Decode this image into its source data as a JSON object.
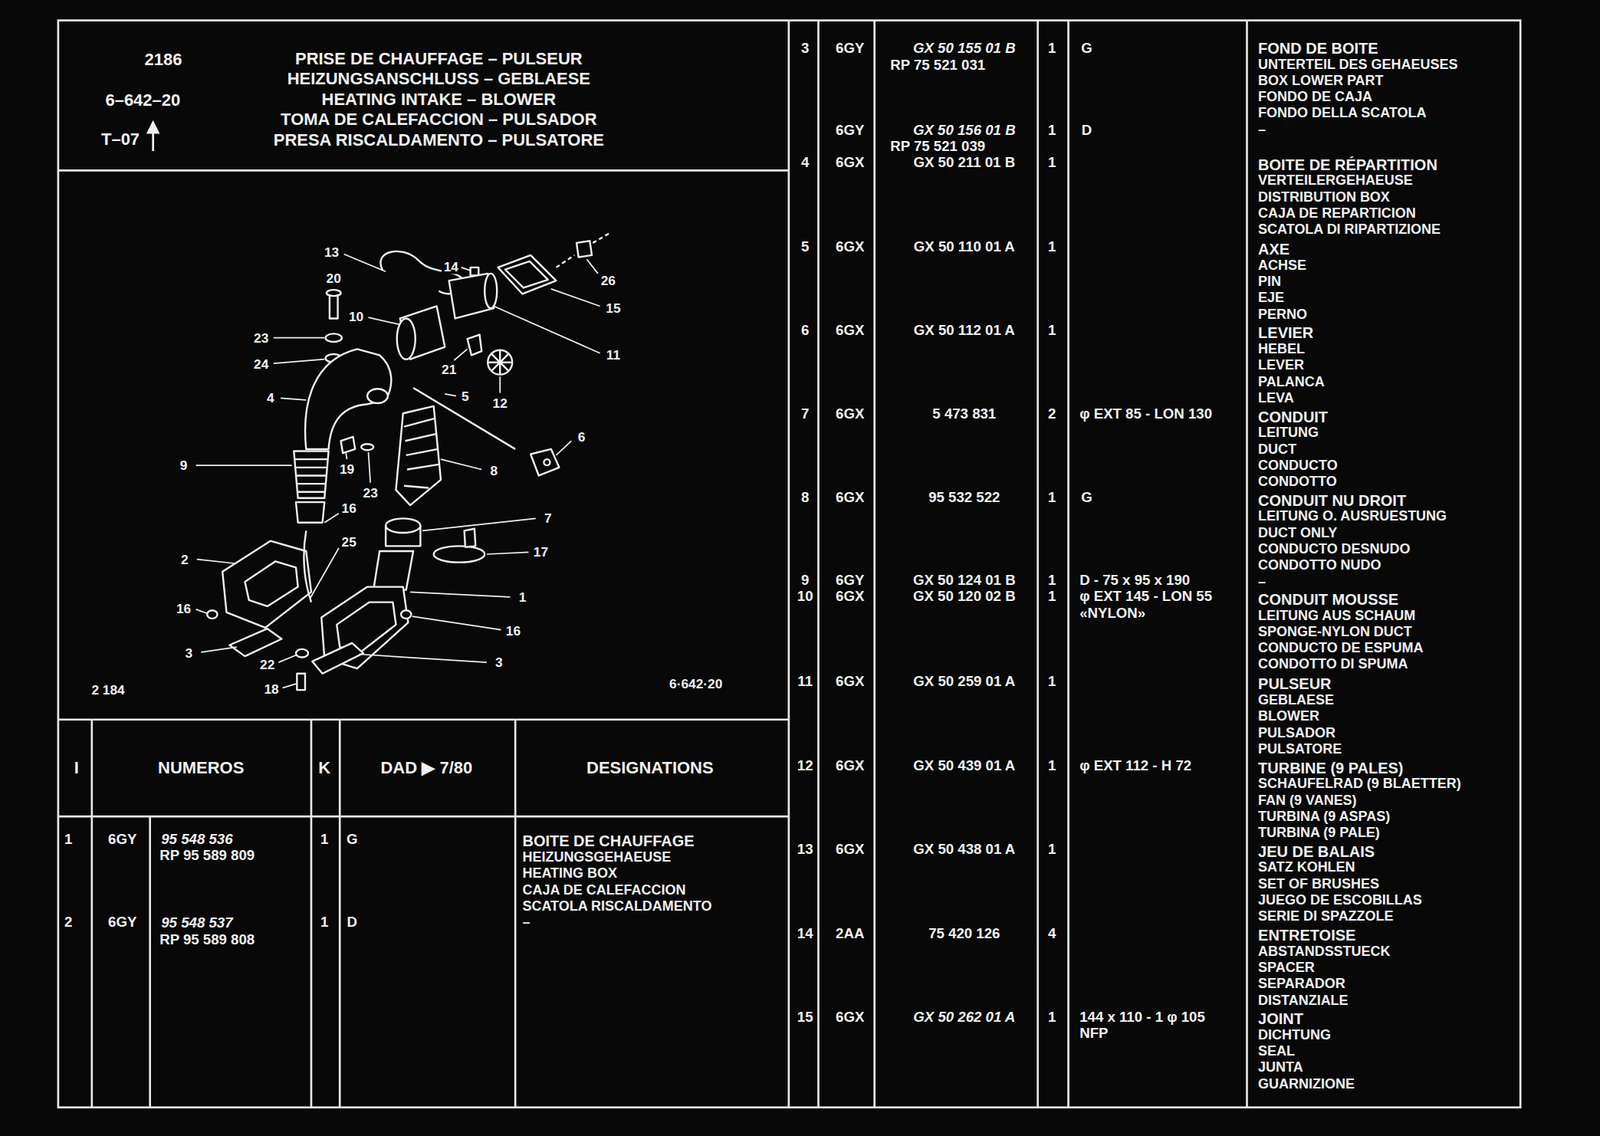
{
  "diagram": {
    "title": "PRISE DE CHAUFFAGE – PULSEUR",
    "labels": [
      "2186",
      "6–642–20",
      "T–07",
      "HEIZUNGSANSCHLUSS – GEBLAESE",
      "HEATING INTAKE – BLOWER",
      "TOMA DE CALEFACCION – PULSADOR",
      "PRESA RISCALDAMENTO – PULSATORE",
      "13",
      "14",
      "26",
      "20",
      "15",
      "10",
      "23",
      "11",
      "24",
      "21",
      "4",
      "5",
      "12",
      "9",
      "19",
      "8",
      "6",
      "23",
      "7",
      "16",
      "25",
      "17",
      "2",
      "1",
      "16",
      "16",
      "3",
      "3",
      "22",
      "18",
      "2 184",
      "6·642·20",
      "I",
      "NUMEROS",
      "K",
      "DAD ▶ 7/80",
      "DESIGNATIONS",
      "1",
      "6GY",
      "95 548 536",
      "RP 95 589 809",
      "1",
      "G",
      "BOITE DE CHAUFFAGE",
      "HEIZUNGSGEHAEUSE",
      "HEATING BOX",
      "CAJA DE CALEFACCION",
      "SCATOLA RISCALDAMENTO",
      "–",
      "2",
      "6GY",
      "95 548 537",
      "RP 95 589 808",
      "1",
      "D",
      "3",
      "6GY",
      "GX 50 155 01 B",
      "RP 75 521 031",
      "1",
      "G",
      "FOND DE BOITE",
      "UNTERTEIL DES GEHAEUSES",
      "BOX LOWER PART",
      "FONDO DE CAJA",
      "FONDO DELLA SCATOLA",
      "–",
      "6GY",
      "GX 50 156 01 B",
      "RP 75 521 039",
      "1",
      "D",
      "4",
      "6GX",
      "GX 50 211 01 B",
      "1",
      "BOITE DE RÉPARTITION",
      "VERTEILERGEHAEUSE",
      "DISTRIBUTION BOX",
      "CAJA DE REPARTICION",
      "SCATOLA DI RIPARTIZIONE",
      "5",
      "6GX",
      "GX 50 110 01 A",
      "1",
      "AXE",
      "ACHSE",
      "PIN",
      "EJE",
      "PERNO",
      "6",
      "6GX",
      "GX 50 112 01 A",
      "1",
      "LEVIER",
      "HEBEL",
      "LEVER",
      "PALANCA",
      "LEVA",
      "7",
      "6GX",
      "5 473 831",
      "2",
      "φ EXT 85 - LON 130",
      "CONDUIT",
      "LEITUNG",
      "DUCT",
      "CONDUCTO",
      "CONDOTTO",
      "8",
      "6GX",
      "95 532 522",
      "1",
      "G",
      "CONDUIT NU DROIT",
      "LEITUNG O. AUSRUESTUNG",
      "DUCT ONLY",
      "CONDUCTO DESNUDO",
      "CONDOTTO NUDO",
      "–",
      "9",
      "6GY",
      "GX 50 124 01 B",
      "1",
      "D - 75 x 95 x 190",
      "10",
      "6GX",
      "GX 50 120 02 B",
      "1",
      "φ EXT 145 - LON 55",
      "«NYLON»",
      "CONDUIT MOUSSE",
      "LEITUNG AUS SCHAUM",
      "SPONGE-NYLON DUCT",
      "CONDUCTO DE ESPUMA",
      "CONDOTTO DI SPUMA",
      "11",
      "6GX",
      "GX 50 259 01 A",
      "1",
      "PULSEUR",
      "GEBLAESE",
      "BLOWER",
      "PULSADOR",
      "PULSATORE",
      "12",
      "6GX",
      "GX 50 439 01 A",
      "1",
      "φ EXT 112 - H 72",
      "TURBINE (9 PALES)",
      "SCHAUFELRAD (9 BLAETTER)",
      "FAN (9 VANES)",
      "TURBINA (9 ASPAS)",
      "TURBINA (9 PALE)",
      "13",
      "6GX",
      "GX 50 438 01 A",
      "1",
      "JEU DE BALAIS",
      "SATZ KOHLEN",
      "SET OF BRUSHES",
      "JUEGO DE ESCOBILLAS",
      "SERIE DI SPAZZOLE",
      "14",
      "2AA",
      "75 420 126",
      "4",
      "ENTRETOISE",
      "ABSTANDSSTUECK",
      "SPACER",
      "SEPARADOR",
      "DISTANZIALE",
      "15",
      "6GX",
      "GX 50 262 01 A",
      "1",
      "144 x 110 - 1 φ 105",
      "NFP",
      "JOINT",
      "DICHTUNG",
      "SEAL",
      "JUNTA",
      "GUARNIZIONE"
    ]
  }
}
